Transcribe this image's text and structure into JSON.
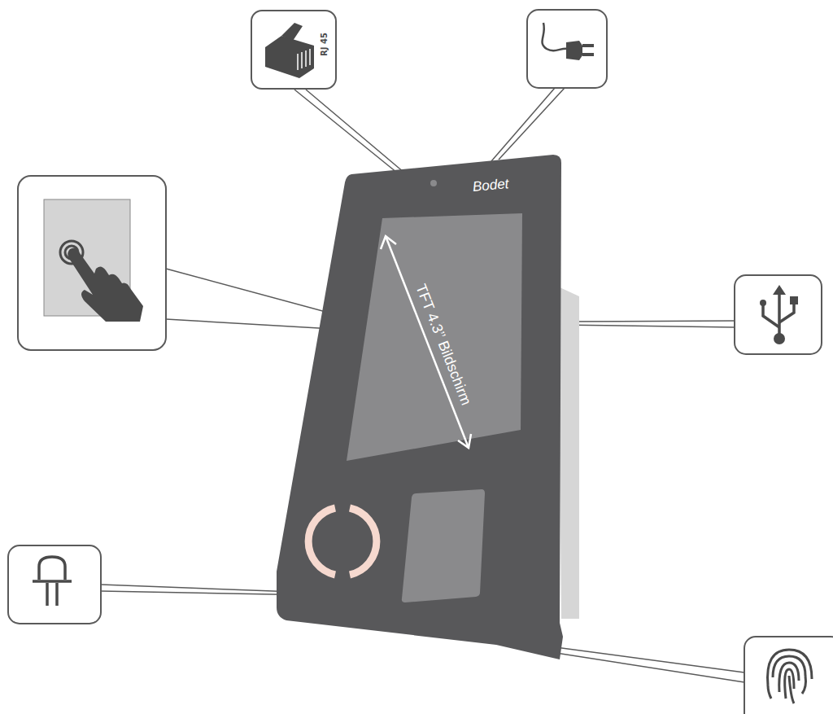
{
  "diagram": {
    "nodes": [
      {
        "text": [
          "RJ 45"
        ]
      }
    ],
    "labels": [
      "Bodet",
      "TFT 4.3’’ Bildschirm"
    ]
  }
}
